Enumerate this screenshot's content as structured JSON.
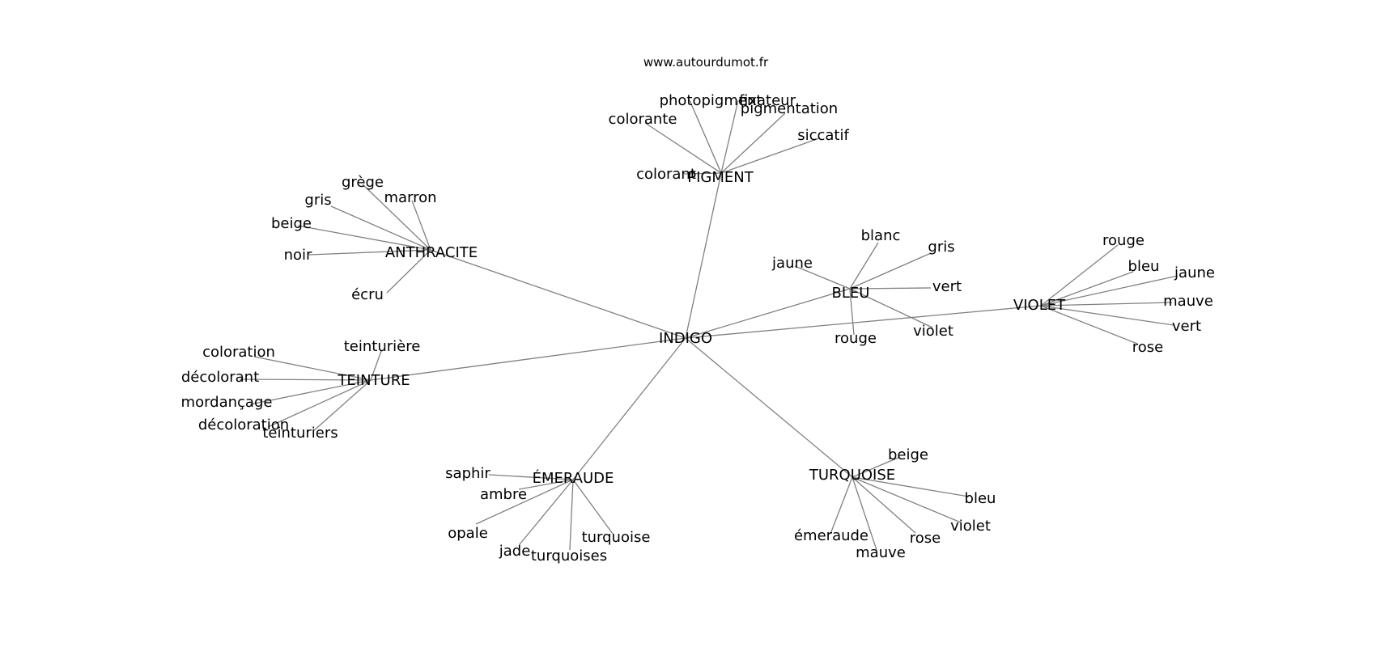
{
  "site": "www.autourdumot.fr",
  "colors": {
    "background": "#ffffff",
    "edge": "#808080",
    "text": "#000000"
  },
  "graph": {
    "root": "INDIGO",
    "clusters": [
      {
        "hub": "PIGMENT",
        "words": [
          "photopigment",
          "fixateur",
          "pigmentation",
          "colorante",
          "siccatif",
          "colorant"
        ]
      },
      {
        "hub": "ANTHRACITE",
        "words": [
          "grège",
          "gris",
          "marron",
          "beige",
          "noir",
          "écru"
        ]
      },
      {
        "hub": "BLEU",
        "words": [
          "blanc",
          "gris",
          "jaune",
          "vert",
          "rouge",
          "violet"
        ]
      },
      {
        "hub": "VIOLET",
        "words": [
          "rouge",
          "bleu",
          "jaune",
          "mauve",
          "vert",
          "rose"
        ]
      },
      {
        "hub": "TEINTURE",
        "words": [
          "coloration",
          "teinturière",
          "décolorant",
          "mordançage",
          "décoloration",
          "teinturiers"
        ]
      },
      {
        "hub": "ÉMERAUDE",
        "words": [
          "saphir",
          "ambre",
          "opale",
          "jade",
          "turquoises",
          "turquoise"
        ]
      },
      {
        "hub": "TURQUOISE",
        "words": [
          "beige",
          "bleu",
          "violet",
          "rose",
          "mauve",
          "émeraude"
        ]
      }
    ]
  }
}
